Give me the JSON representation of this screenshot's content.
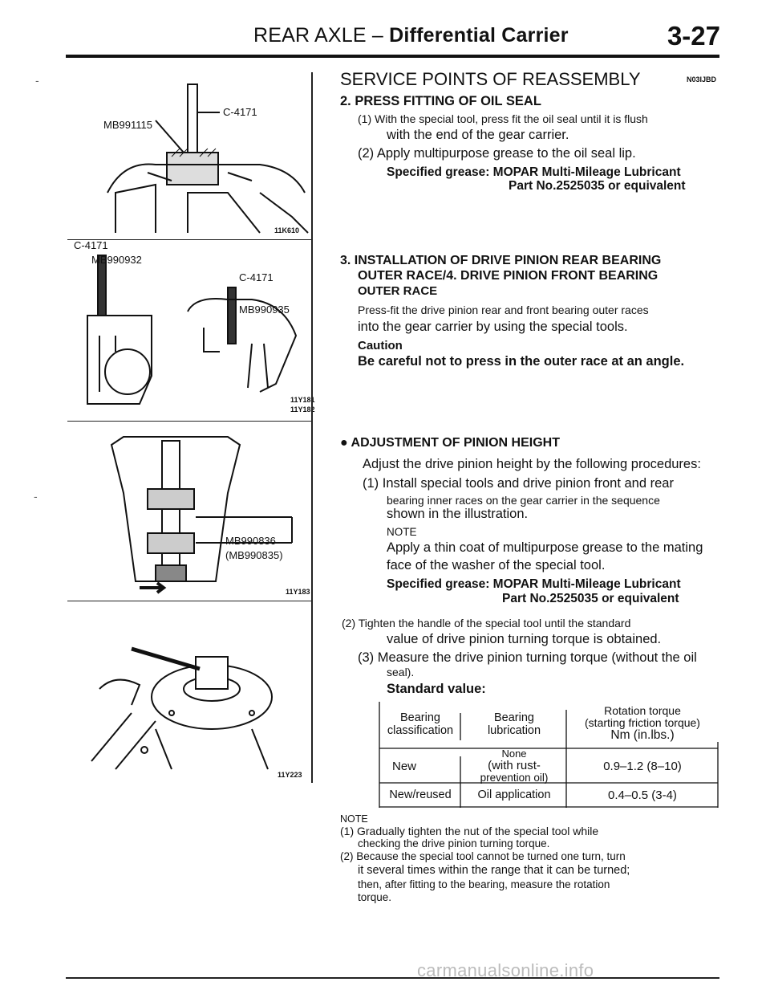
{
  "header": {
    "title_plain": "REAR AXLE – ",
    "title_bold": "Differential Carrier",
    "page": "3-27"
  },
  "figures": [
    {
      "labels": [
        "MB991115",
        "C-4171"
      ],
      "code": "11K610"
    },
    {
      "labels": [
        "C-4171",
        "MB990932",
        "C-4171",
        "MB990935"
      ],
      "codes": [
        "11Y181",
        "11Y182"
      ]
    },
    {
      "labels": [
        "MB990836",
        "(MB990835)"
      ],
      "code": "11Y183"
    },
    {
      "code": "11Y223"
    }
  ],
  "section": {
    "title": "SERVICE POINTS OF REASSEMBLY",
    "code": "N03IJBD"
  },
  "step2": {
    "heading": "2. PRESS FITTING OF OIL SEAL",
    "line1": "(1) With the special tool, press fit the oil seal until it is flush",
    "line1b": "with the end of the gear carrier.",
    "line2": "(2) Apply multipurpose grease to the oil seal lip.",
    "spec1": "Specified grease: MOPAR Multi-Mileage Lubricant",
    "spec2": "Part No.2525035 or equivalent"
  },
  "step3": {
    "heading1": "3. INSTALLATION OF DRIVE PINION REAR BEARING",
    "heading2": "OUTER RACE/4. DRIVE PINION FRONT BEARING",
    "heading3": "OUTER RACE",
    "line1": "Press-fit the drive pinion rear and front bearing outer races",
    "line2": "into the gear carrier by using the special tools.",
    "caution_label": "Caution",
    "caution": "Be careful not to press in the outer race at an angle."
  },
  "adjust": {
    "heading": "ADJUSTMENT OF PINION HEIGHT",
    "intro": "Adjust the drive pinion height by the following procedures:",
    "s1a": "(1) Install special tools and drive pinion front and rear",
    "s1b": "bearing inner races on the gear carrier in the sequence",
    "s1c": "shown in the illustration.",
    "note_label": "NOTE",
    "note1": "Apply a thin coat of multipurpose grease to the mating",
    "note2": "face of the washer of the special tool.",
    "spec1": "Specified grease: MOPAR Multi-Mileage Lubricant",
    "spec2": "Part No.2525035 or equivalent",
    "s2a": "(2) Tighten the handle of the special tool until the standard",
    "s2b": "value of drive pinion turning torque is obtained.",
    "s3a": "(3) Measure the drive pinion turning torque (without the oil",
    "s3b": "seal).",
    "std": "Standard value:"
  },
  "table": {
    "headers": [
      "Bearing classification",
      "Bearing lubrication",
      "Rotation torque (starting friction torque) Nm (in.lbs.)"
    ],
    "h1a": "Bearing",
    "h1b": "classification",
    "h2a": "Bearing",
    "h2b": "lubrication",
    "h3a": "Rotation torque",
    "h3b": "(starting friction torque)",
    "h3c": "Nm (in.lbs.)",
    "rows": [
      {
        "c1": "New",
        "c2a": "None",
        "c2b": "(with rust-",
        "c2c": "prevention oil)",
        "c3": "0.9–1.2 (8–10)"
      },
      {
        "c1": "New/reused",
        "c2a": "Oil application",
        "c3": "0.4–0.5 (3-4)"
      }
    ]
  },
  "notes": {
    "label": "NOTE",
    "n1a": "(1) Gradually tighten the nut of the special tool while",
    "n1b": "checking the drive pinion turning torque.",
    "n2a": "(2) Because the special tool cannot be turned one turn, turn",
    "n2b": "it several times within the range that it can be turned;",
    "n2c": "then, after fitting to the bearing, measure the rotation",
    "n2d": "torque."
  },
  "footer": "carmanualsonline.info"
}
